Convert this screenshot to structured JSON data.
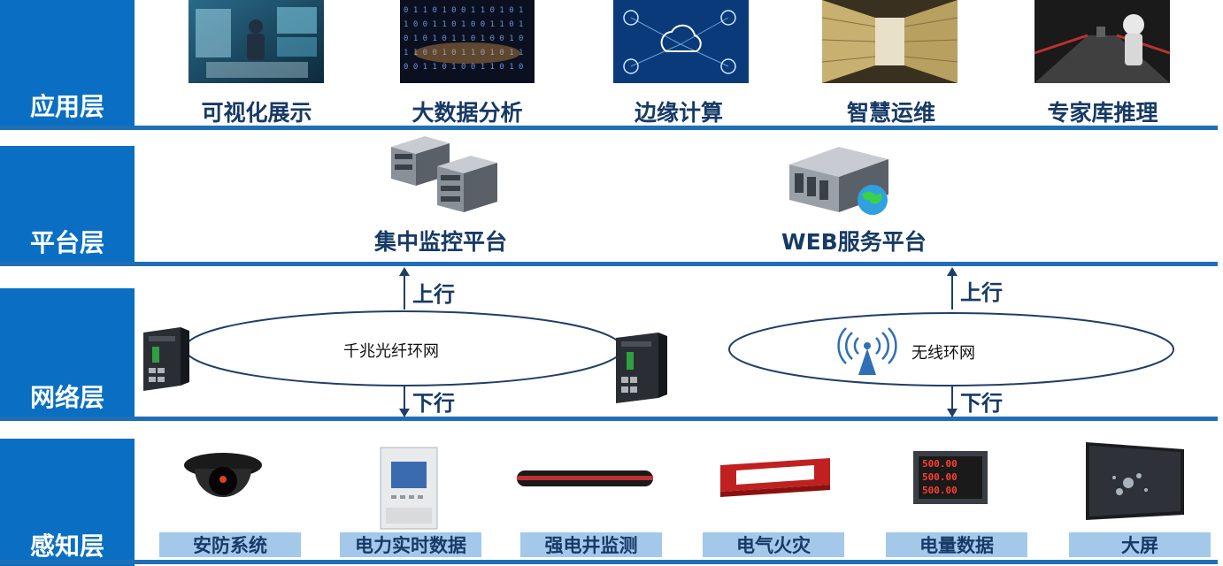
{
  "layers": {
    "application": "应用层",
    "platform": "平台层",
    "network": "网络层",
    "perception": "感知层"
  },
  "application": {
    "items": [
      "可视化展示",
      "大数据分析",
      "边缘计算",
      "智慧运维",
      "专家库推理"
    ]
  },
  "platform": {
    "centralized": "集中监控平台",
    "web": "WEB服务平台"
  },
  "network": {
    "uplink": "上行",
    "downlink": "下行",
    "fiber_ring": "千兆光纤环网",
    "wireless_ring": "无线环网"
  },
  "perception": {
    "items": [
      "安防系统",
      "电力实时数据",
      "强电井监测",
      "电气火灾",
      "电量数据",
      "大屏"
    ],
    "meter_readings": [
      "500.00",
      "500.00",
      "500.00"
    ]
  },
  "colors": {
    "layer_bg": "#0a6fc2",
    "line": "#1f6fb5",
    "text_dark": "#173a66",
    "label_bg": "#a3c8ea"
  }
}
